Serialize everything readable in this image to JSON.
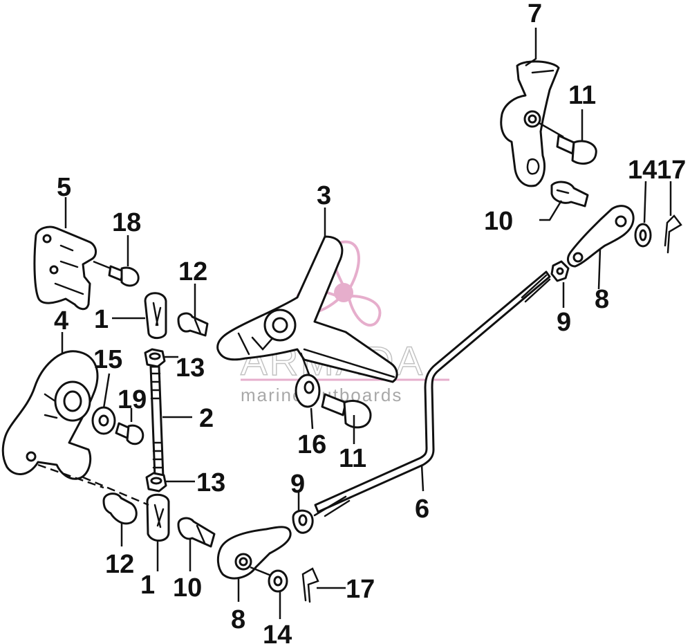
{
  "diagram": {
    "callouts": [
      {
        "id": "c7",
        "text": "7"
      },
      {
        "id": "c11a",
        "text": "11"
      },
      {
        "id": "c10a",
        "text": "10"
      },
      {
        "id": "c14a",
        "text": "14"
      },
      {
        "id": "c17a",
        "text": "17"
      },
      {
        "id": "c8a",
        "text": "8"
      },
      {
        "id": "c9a",
        "text": "9"
      },
      {
        "id": "c3",
        "text": "3"
      },
      {
        "id": "c5",
        "text": "5"
      },
      {
        "id": "c18",
        "text": "18"
      },
      {
        "id": "c12a",
        "text": "12"
      },
      {
        "id": "c1a",
        "text": "1"
      },
      {
        "id": "c4",
        "text": "4"
      },
      {
        "id": "c13a",
        "text": "13"
      },
      {
        "id": "c15",
        "text": "15"
      },
      {
        "id": "c19",
        "text": "19"
      },
      {
        "id": "c2",
        "text": "2"
      },
      {
        "id": "c16",
        "text": "16"
      },
      {
        "id": "c11b",
        "text": "11"
      },
      {
        "id": "c13b",
        "text": "13"
      },
      {
        "id": "c6",
        "text": "6"
      },
      {
        "id": "c9b",
        "text": "9"
      },
      {
        "id": "c12b",
        "text": "12"
      },
      {
        "id": "c1b",
        "text": "1"
      },
      {
        "id": "c10b",
        "text": "10"
      },
      {
        "id": "c17b",
        "text": "17"
      },
      {
        "id": "c8b",
        "text": "8"
      },
      {
        "id": "c14b",
        "text": "14"
      }
    ]
  },
  "watermark": {
    "brand": "ARMADA",
    "tagline": "marine outboards",
    "color": "#e2a0c4"
  }
}
